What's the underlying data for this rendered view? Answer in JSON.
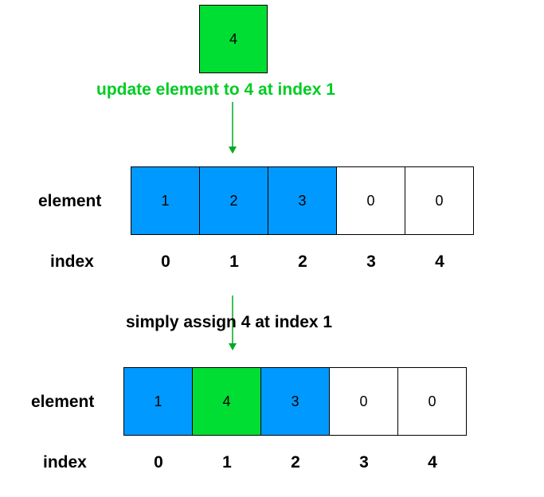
{
  "new_value": {
    "label": "4",
    "color": "#00dd33"
  },
  "caption_top": {
    "text": "update element to 4 at index 1",
    "color": "#00cc22"
  },
  "caption_mid": {
    "text": "simply assign 4 at index 1"
  },
  "colors": {
    "filled": "#0099ff",
    "updated": "#00dd33",
    "empty": "#ffffff",
    "arrow": "#00aa22"
  },
  "array_before": {
    "row_label": "element",
    "index_label": "index",
    "cells": [
      {
        "value": "1",
        "state": "filled"
      },
      {
        "value": "2",
        "state": "filled"
      },
      {
        "value": "3",
        "state": "filled"
      },
      {
        "value": "0",
        "state": "empty"
      },
      {
        "value": "0",
        "state": "empty"
      }
    ],
    "indices": [
      "0",
      "1",
      "2",
      "3",
      "4"
    ]
  },
  "array_after": {
    "row_label": "element",
    "index_label": "index",
    "cells": [
      {
        "value": "1",
        "state": "filled"
      },
      {
        "value": "4",
        "state": "updated"
      },
      {
        "value": "3",
        "state": "filled"
      },
      {
        "value": "0",
        "state": "empty"
      },
      {
        "value": "0",
        "state": "empty"
      }
    ],
    "indices": [
      "0",
      "1",
      "2",
      "3",
      "4"
    ]
  }
}
